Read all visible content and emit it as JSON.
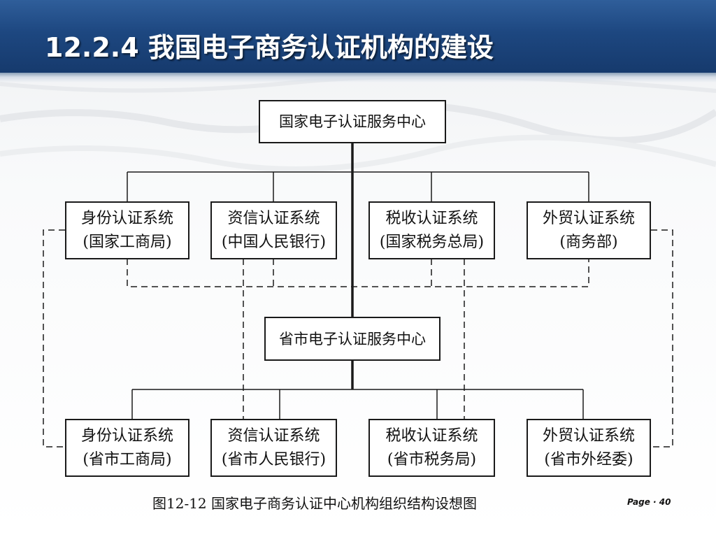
{
  "slide": {
    "title": "12.2.4  我国电子商务认证机构的建设",
    "caption": "图12-12  国家电子商务认证中心机构组织结构设想图",
    "page_label": "Page · 40",
    "colors": {
      "header": "#1d4780",
      "title_text": "#ffffff",
      "line": "#1a1a1a"
    }
  },
  "diagram": {
    "root": {
      "label": "国家电子认证服务中心"
    },
    "national_systems": [
      {
        "line1": "身份认证系统",
        "line2": "(国家工商局)"
      },
      {
        "line1": "资信认证系统",
        "line2": "(中国人民银行)"
      },
      {
        "line1": "税收认证系统",
        "line2": "(国家税务总局)"
      },
      {
        "line1": "外贸认证系统",
        "line2": "(商务部)"
      }
    ],
    "provincial_center": {
      "label": "省市电子认证服务中心"
    },
    "provincial_systems": [
      {
        "line1": "身份认证系统",
        "line2": "(省市工商局)"
      },
      {
        "line1": "资信认证系统",
        "line2": "(省市人民银行)"
      },
      {
        "line1": "税收认证系统",
        "line2": "(省市税务局)"
      },
      {
        "line1": "外贸认证系统",
        "line2": "(省市外经委)"
      }
    ]
  }
}
